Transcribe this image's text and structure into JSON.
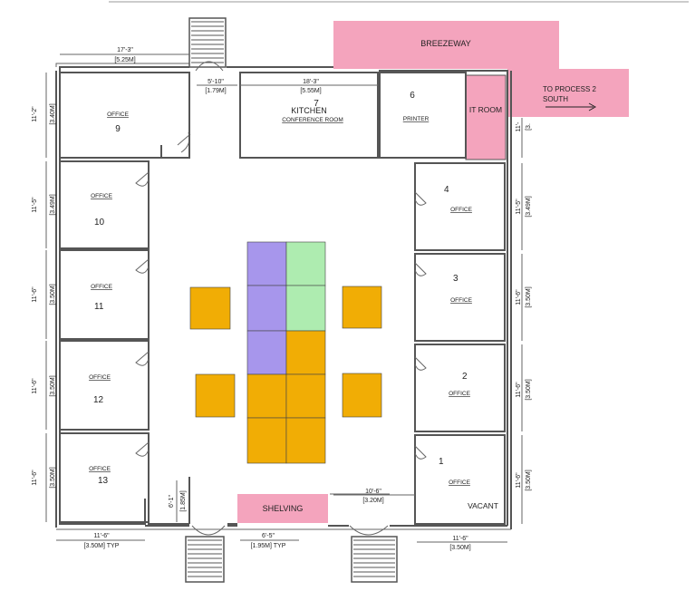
{
  "colors": {
    "pink": "#f4a4bd",
    "purple": "#a796ec",
    "green": "#aeecb0",
    "orange": "#f1ad05",
    "wall": "#555555"
  },
  "zones": {
    "breezeway": "BREEZEWAY",
    "process": "TO PROCESS 2\nSOUTH",
    "it_room": "IT ROOM",
    "shelving": "SHELVING"
  },
  "rooms": {
    "kitchen_num": "7",
    "kitchen_title": "KITCHEN",
    "kitchen_sub": "CONFERENCE ROOM",
    "printer_num": "6",
    "printer_label": "PRINTER",
    "office9_label": "OFFICE",
    "office9_num": "9",
    "office10_label": "OFFICE",
    "office10_num": "10",
    "office11_label": "OFFICE",
    "office11_num": "11",
    "office12_label": "OFFICE",
    "office12_num": "12",
    "office13_label": "OFFICE",
    "office13_num": "13",
    "office4_num": "4",
    "office4_label": "OFFICE",
    "office3_num": "3",
    "office3_label": "OFFICE",
    "office2_num": "2",
    "office2_label": "OFFICE",
    "office1_num": "1",
    "office1_label": "OFFICE",
    "vacant": "VACANT"
  },
  "dimensions": {
    "top_left_ft": "17'-3\"",
    "top_left_m": "[5.25M]",
    "top_mid_ft": "5'-10\"",
    "top_mid_m": "[1.79M]",
    "kitchen_ft": "18'-3\"",
    "kitchen_m": "[5.55M]",
    "left_1_ft": "11'-2\"",
    "left_1_m": "[3.40M]",
    "left_2_ft": "11'-5\"",
    "left_2_m": "[3.49M]",
    "left_3_ft": "11'-6\"",
    "left_3_m": "[3.50M]",
    "left_4_ft": "11'-6\"",
    "left_4_m": "[3.50M]",
    "left_5_ft": "11'-6\"",
    "left_5_m": "[3.50M]",
    "right_1_ft": "11'-",
    "right_1_m": "[3.",
    "right_2_ft": "11'-5\"",
    "right_2_m": "[3.49M]",
    "right_3_ft": "11'-6\"",
    "right_3_m": "[3.50M]",
    "right_4_ft": "11'-6\"",
    "right_4_m": "[3.50M]",
    "right_5_ft": "11'-6\"",
    "right_5_m": "[3.50M]",
    "vert_small_ft": "6'-1\"",
    "vert_small_m": "[1.85M]",
    "bottom_mid_ft": "10'-6\"",
    "bottom_mid_m": "[3.20M]",
    "bottom_left_ft": "11'-6\"",
    "bottom_left_m": "[3.50M] TYP",
    "bottom_door_ft": "6'-5\"",
    "bottom_door_m": "[1.95M] TYP",
    "bottom_right_ft": "11'-6\"",
    "bottom_right_m": "[3.50M]"
  }
}
